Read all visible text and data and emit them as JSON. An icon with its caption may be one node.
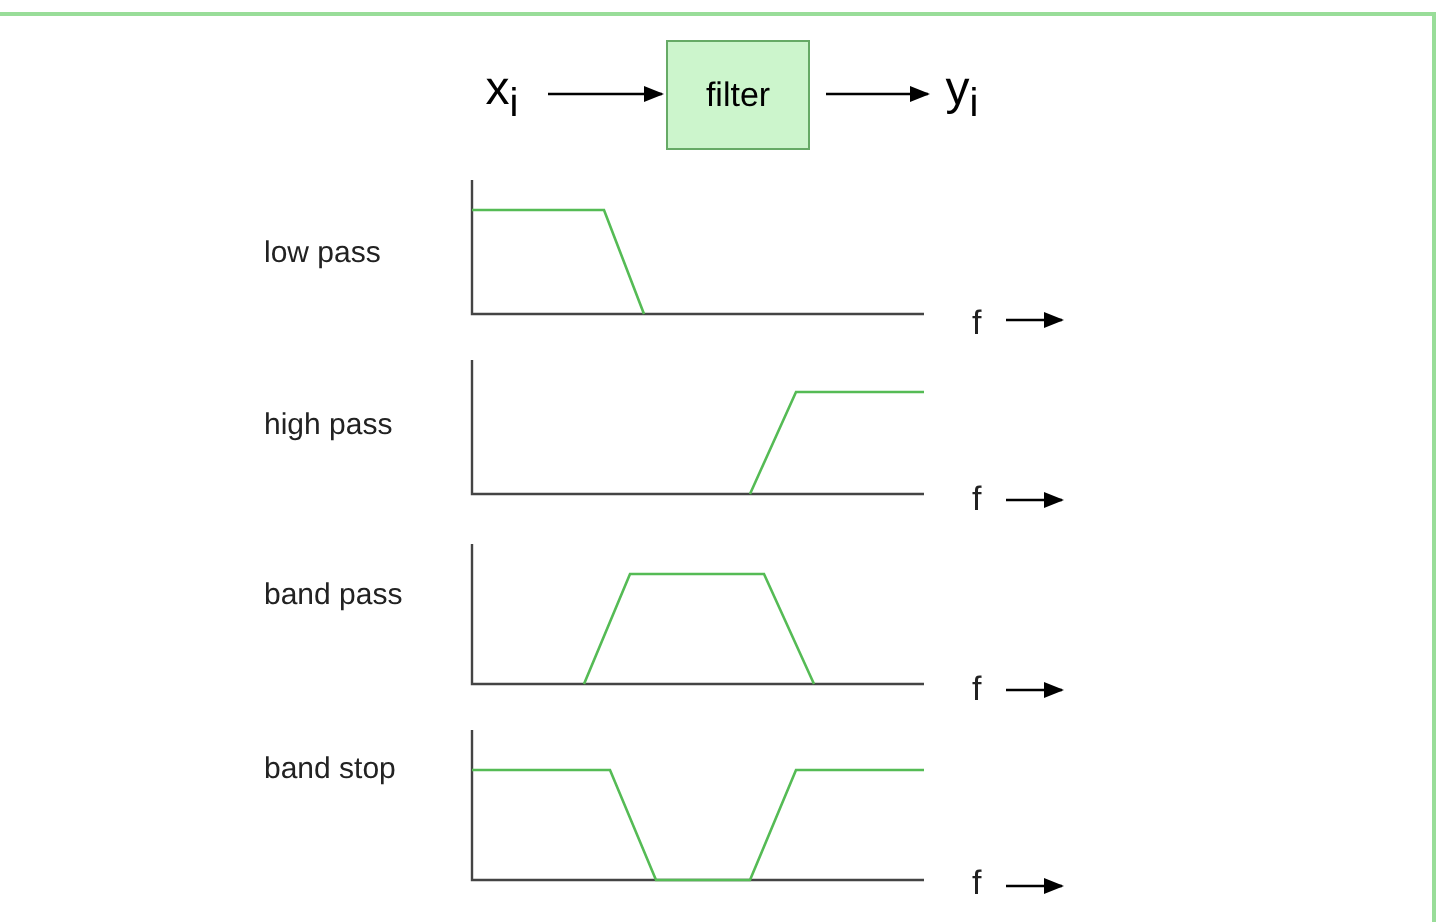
{
  "diagram": {
    "nodes": [
      {
        "text": [
          "x$_{i}$"
        ]
      },
      {
        "text": [
          "filter"
        ]
      },
      {
        "text": [
          "y$_{i}$"
        ]
      }
    ],
    "edges": [
      {
        "from": 0,
        "to": 1,
        "arrow": "to"
      },
      {
        "from": 1,
        "to": 2,
        "arrow": "to"
      }
    ],
    "labels": [
      "low pass",
      "f",
      "high pass",
      "f",
      "band pass",
      "f",
      "band stop",
      "f"
    ]
  }
}
